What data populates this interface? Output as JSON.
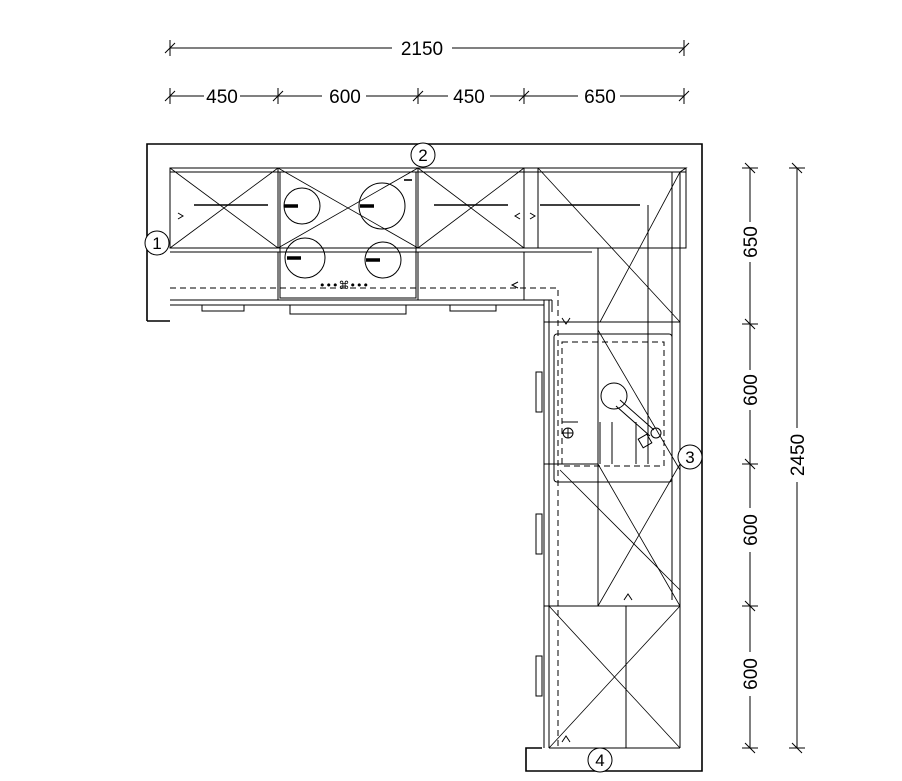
{
  "dimensions": {
    "total_width": "2150",
    "segments": [
      "450",
      "600",
      "450",
      "650"
    ],
    "right_segments": [
      "650",
      "600",
      "600",
      "600"
    ],
    "total_depth": "2450"
  },
  "markers": [
    "1",
    "2",
    "3",
    "4"
  ]
}
